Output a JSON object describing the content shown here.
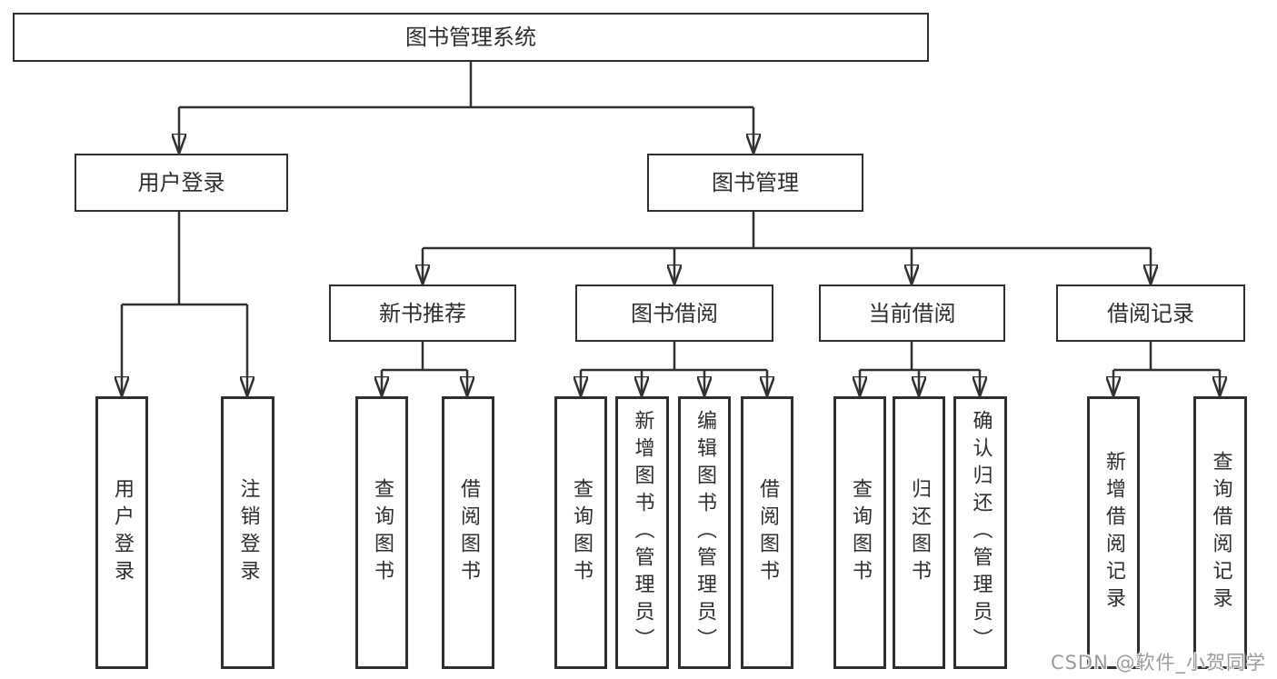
{
  "diagram": {
    "root": {
      "id": "library-management-system",
      "label": "图书管理系统"
    },
    "level1": [
      {
        "id": "user-login",
        "label": "用户登录"
      },
      {
        "id": "book-management",
        "label": "图书管理"
      }
    ],
    "level2": [
      {
        "id": "new-book-recommend",
        "label": "新书推荐"
      },
      {
        "id": "book-borrow",
        "label": "图书借阅"
      },
      {
        "id": "current-borrow",
        "label": "当前借阅"
      },
      {
        "id": "borrow-records",
        "label": "借阅记录"
      }
    ],
    "leaves": [
      {
        "id": "user-login-leaf",
        "label": "用户登录"
      },
      {
        "id": "logout",
        "label": "注销登录"
      },
      {
        "id": "query-books-recommend",
        "label": "查询图书"
      },
      {
        "id": "borrow-books-recommend",
        "label": "借阅图书"
      },
      {
        "id": "query-books-borrow",
        "label": "查询图书"
      },
      {
        "id": "add-books-admin",
        "label": "新增图书（管理员）"
      },
      {
        "id": "edit-books-admin",
        "label": "编辑图书（管理员）"
      },
      {
        "id": "borrow-books-borrow",
        "label": "借阅图书"
      },
      {
        "id": "query-books-current",
        "label": "查询图书"
      },
      {
        "id": "return-books",
        "label": "归还图书"
      },
      {
        "id": "confirm-return-admin",
        "label": "确认归还（管理员）"
      },
      {
        "id": "add-borrow-record",
        "label": "新增借阅记录"
      },
      {
        "id": "query-borrow-record",
        "label": "查询借阅记录"
      }
    ]
  },
  "watermark": {
    "text": "CSDN @软件_小贺同学"
  },
  "colors": {
    "line": "#303030",
    "box_border": "#2f2f2f",
    "text": "#2e2e2e",
    "watermark": "#9b9b9b",
    "background": "#ffffff"
  }
}
